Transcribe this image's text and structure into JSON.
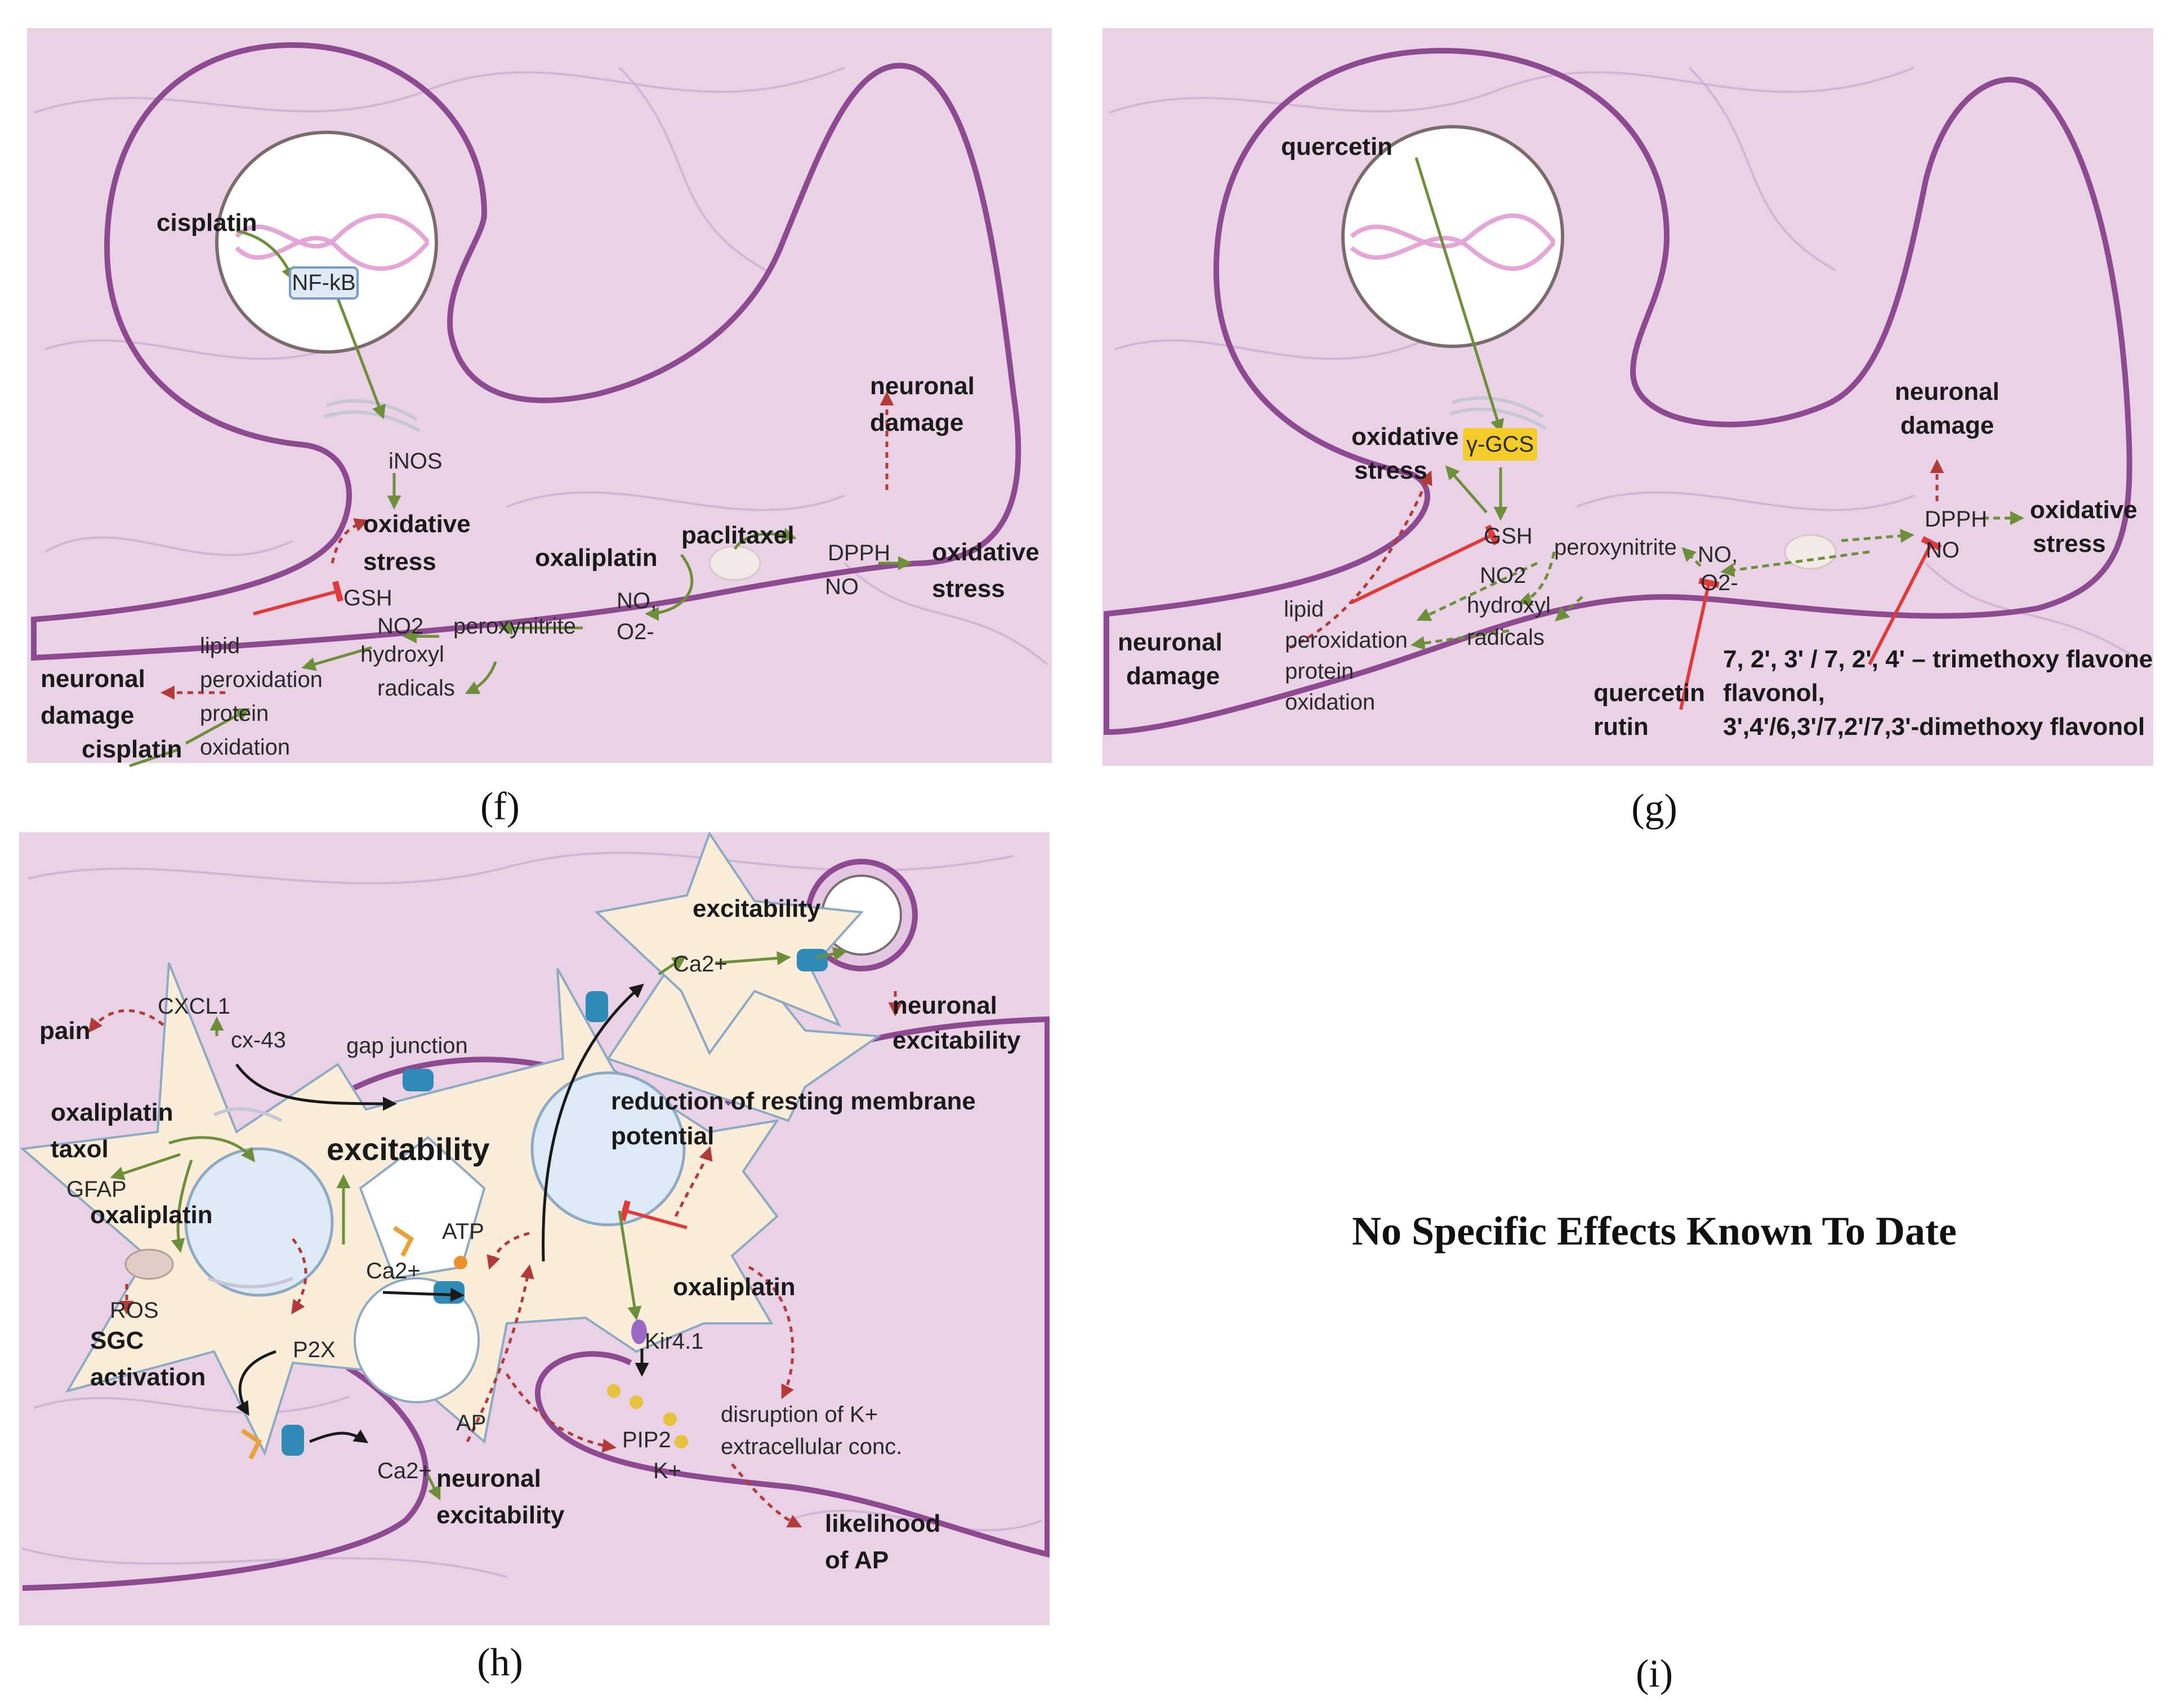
{
  "panel_f": {
    "caption": "(f)",
    "labels": {
      "cisplatin_top": "cisplatin",
      "nfkb": "NF-kB",
      "inos": "iNOS",
      "oxidative_stress_1a": "oxidative",
      "oxidative_stress_1b": "stress",
      "neuronal_damage_top_a": "neuronal",
      "neuronal_damage_top_b": "damage",
      "paclitaxel": "paclitaxel",
      "oxaliplatin": "oxaliplatin",
      "dpph": "DPPH",
      "no": "NO",
      "oxidative_stress_2a": "oxidative",
      "oxidative_stress_2b": "stress",
      "gsh": "GSH",
      "no_radical": "NO,",
      "o2": "O2-",
      "no2": "NO2",
      "peroxynitrite": "peroxynitrite",
      "hydroxyl": "hydroxyl",
      "radicals": "radicals",
      "lipid": "lipid",
      "peroxidation": "peroxidation",
      "protein": "protein",
      "oxidation": "oxidation",
      "neuronal_damage_left_a": "neuronal",
      "neuronal_damage_left_b": "damage",
      "cisplatin_bottom": "cisplatin"
    }
  },
  "panel_g": {
    "caption": "(g)",
    "labels": {
      "quercetin_top": "quercetin",
      "gamma_gcs": "γ-GCS",
      "oxidative_stress_a": "oxidative",
      "oxidative_stress_b": "stress",
      "neuronal_damage_top_a": "neuronal",
      "neuronal_damage_top_b": "damage",
      "gsh": "GSH",
      "peroxynitrite": "peroxynitrite",
      "no_radical": "NO,",
      "o2": "O2-",
      "dpph": "DPPH",
      "no": "NO",
      "oxidative_stress_right_a": "oxidative",
      "oxidative_stress_right_b": "stress",
      "no2": "NO2",
      "hydroxyl": "hydroxyl",
      "radicals": "radicals",
      "lipid": "lipid",
      "peroxidation": "peroxidation",
      "protein": "protein",
      "oxidation": "oxidation",
      "neuronal_damage_left_a": "neuronal",
      "neuronal_damage_left_b": "damage",
      "quercetin_bottom": "quercetin",
      "rutin": "rutin",
      "flavone_line1": "7, 2', 3' / 7, 2', 4' – trimethoxy flavone",
      "flavone_line2": "flavonol,",
      "flavone_line3": "3',4'/6,3'/7,2'/7,3'-dimethoxy flavonol"
    }
  },
  "panel_h": {
    "caption": "(h)",
    "labels": {
      "pain": "pain",
      "cxcl1": "CXCL1",
      "cx43": "cx-43",
      "gap_junction": "gap junction",
      "excitability_top": "excitability",
      "ca_top": "Ca2+",
      "neuronal_excitability_right_a": "neuronal",
      "neuronal_excitability_right_b": "excitability",
      "reduction_a": "reduction of resting membrane",
      "reduction_b": "potential",
      "oxaliplatin_taxol_a": "oxaliplatin",
      "oxaliplatin_taxol_b": "taxol",
      "excitability_center": "excitability",
      "gfap": "GFAP",
      "oxaliplatin_left": "oxaliplatin",
      "atp": "ATP",
      "ca_center": "Ca2+",
      "oxaliplatin_right": "oxaliplatin",
      "ros": "ROS",
      "sgc_a": "SGC",
      "sgc_b": "activation",
      "p2x": "P2X",
      "kir": "Kir4.1",
      "ap": "AP",
      "pip2": "PIP2",
      "disruption_a": "disruption of K+",
      "disruption_b": "extracellular conc.",
      "k": "K+",
      "ca_bottom": "Ca2+",
      "neuronal_excitability_bottom_a": "neuronal",
      "neuronal_excitability_bottom_b": "excitability",
      "likelihood_a": "likelihood",
      "likelihood_b": "of AP"
    }
  },
  "panel_i": {
    "caption": "(i)",
    "message": "No Specific Effects Known To Date"
  }
}
